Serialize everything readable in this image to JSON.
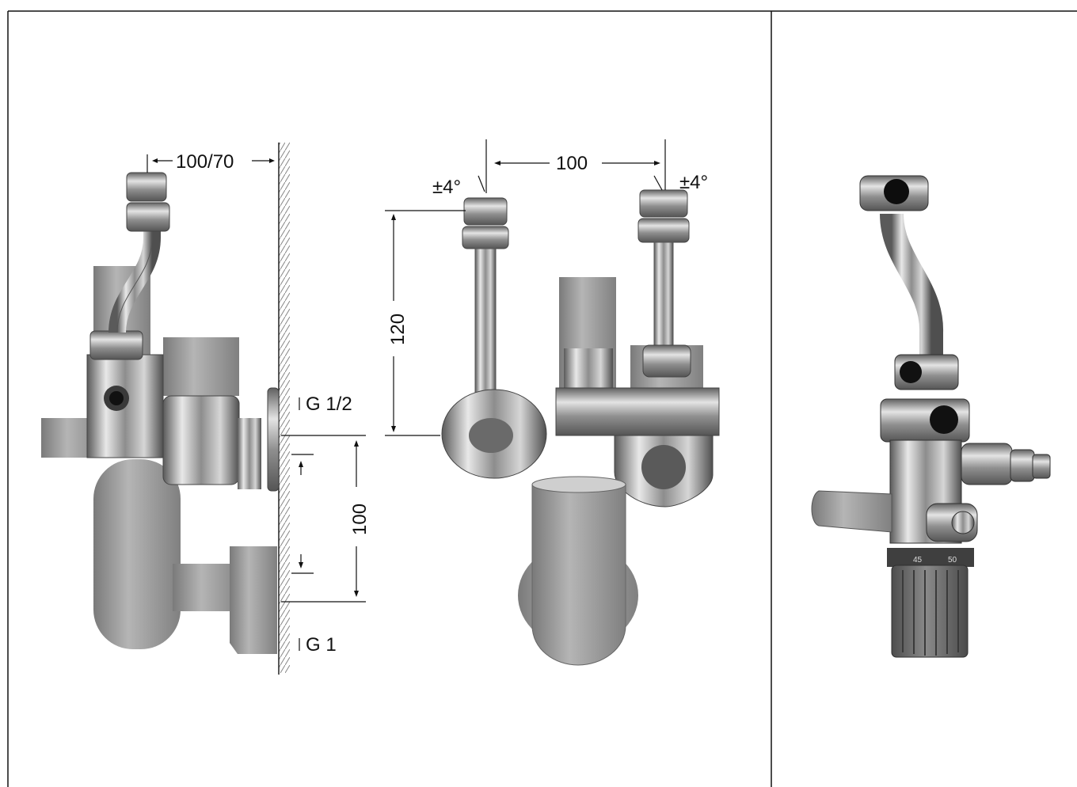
{
  "side_view": {
    "offset_dim": "100/70",
    "outlet_top_thread": "G 1/2",
    "outlet_spacing_dim": "100",
    "outlet_bottom_thread": "G 1"
  },
  "front_view": {
    "tilt_left": "±4°",
    "tilt_right": "±4°",
    "connector_spacing_dim": "100",
    "height_dim": "120"
  },
  "photo": {
    "knob_scale_left": "45",
    "knob_scale_right": "50"
  },
  "colors": {
    "frame": "#111111",
    "chrome_dark": "#5a5a5a",
    "chrome_light": "#e6e6e6",
    "tube_gray": "#9a9a9a",
    "knob_gray": "#6e6e6e"
  }
}
